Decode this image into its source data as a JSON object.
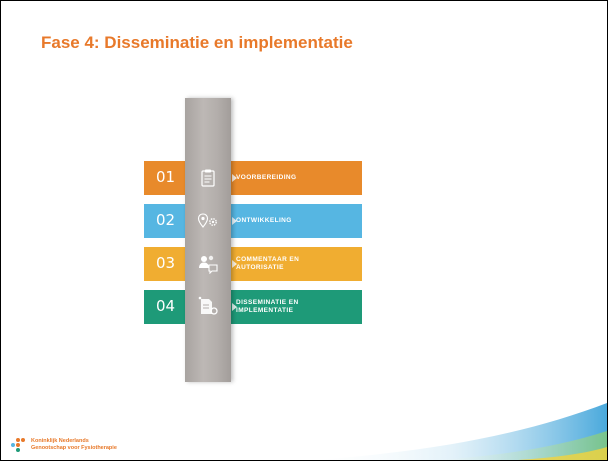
{
  "slide": {
    "title": "Fase 4: Disseminatie en implementatie"
  },
  "phases": [
    {
      "number": "01",
      "line1": "VOORBEREIDING",
      "line2": "",
      "color": "#e88a2b",
      "icon": "clipboard-icon"
    },
    {
      "number": "02",
      "line1": "ONTWIKKELING",
      "line2": "",
      "color": "#56b6e2",
      "icon": "settings-location-icon"
    },
    {
      "number": "03",
      "line1": "COMMENTAAR EN",
      "line2": "AUTORISATIE",
      "color": "#f0ad31",
      "icon": "people-comment-icon"
    },
    {
      "number": "04",
      "line1": "DISSEMINATIE EN",
      "line2": "IMPLEMENTATIE",
      "color": "#1e9a78",
      "icon": "document-share-icon"
    }
  ],
  "footer": {
    "org_line1": "Koninklijk Nederlands",
    "org_line2": "Genootschap voor Fysiotherapie",
    "logo": "kngf-dots-logo"
  },
  "colors": {
    "title": "#e8792a",
    "pillar": "#b3aeab"
  }
}
